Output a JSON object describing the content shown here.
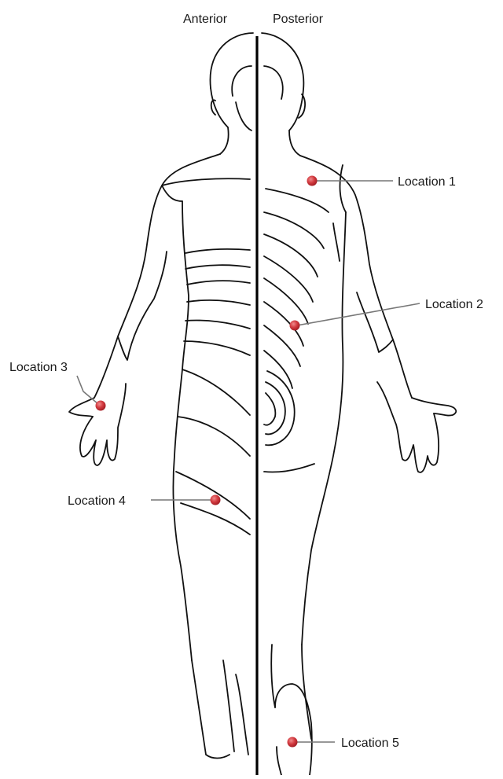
{
  "diagram": {
    "header": {
      "left_label": "Anterior",
      "right_label": "Posterior"
    },
    "locations": [
      {
        "id": "1",
        "label": "Location 1"
      },
      {
        "id": "2",
        "label": "Location 2"
      },
      {
        "id": "3",
        "label": "Location 3"
      },
      {
        "id": "4",
        "label": "Location 4"
      },
      {
        "id": "5",
        "label": "Location 5"
      }
    ],
    "colors": {
      "marker": "#d23a3f",
      "outline": "#111111",
      "leader": "#777777",
      "background": "#ffffff"
    }
  }
}
